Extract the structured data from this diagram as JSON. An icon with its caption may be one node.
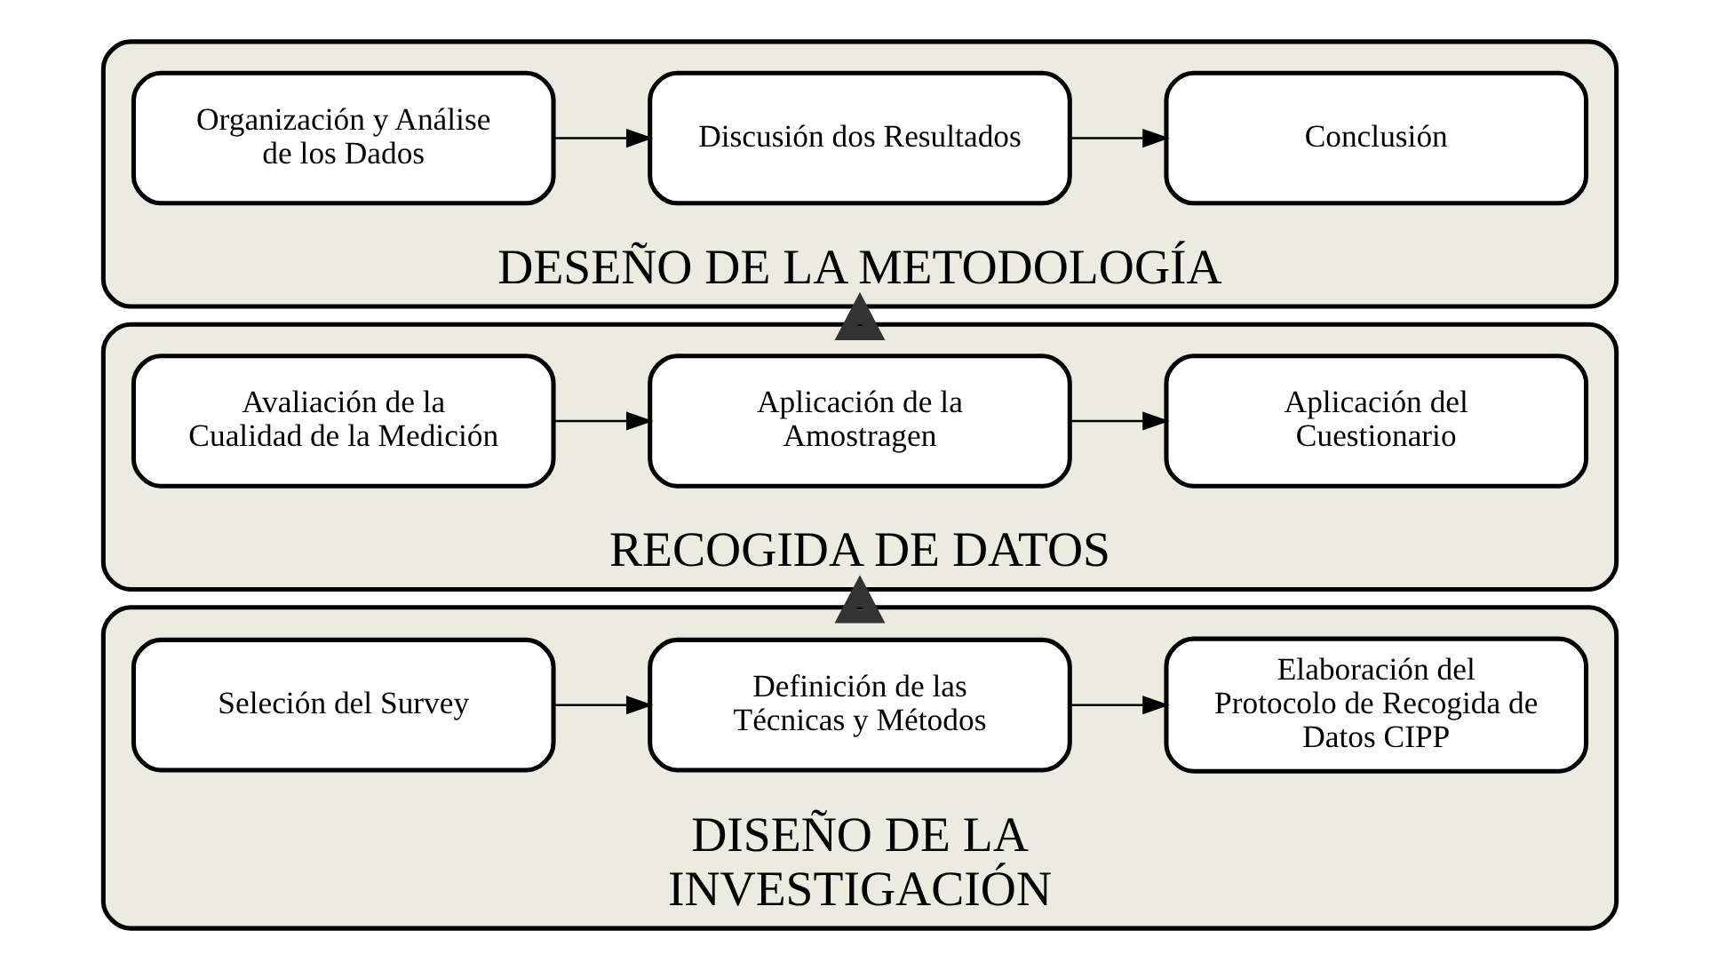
{
  "diagram": {
    "nodes": [
      {
        "text": [
          "DESEÑO DE LA METODOLOGÍA"
        ]
      },
      {
        "text": [
          "Organización y Análise de los Dados"
        ],
        "in": 0
      },
      {
        "text": [
          "Discusión dos Resultados"
        ],
        "in": 0
      },
      {
        "text": [
          "Conclusión"
        ],
        "in": 0
      },
      {
        "text": [
          "RECOGIDA DE DATOS"
        ]
      },
      {
        "text": [
          "Avaliación de la Cualidad de la Medición"
        ],
        "in": 4
      },
      {
        "text": [
          "Aplicación de la Amostragen"
        ],
        "in": 4
      },
      {
        "text": [
          "Aplicación del Cuestionario"
        ],
        "in": 4
      },
      {
        "text": [
          "DISEÑO DE LA INVESTIGACIÓN"
        ]
      },
      {
        "text": [
          "Seleción del Survey"
        ],
        "in": 8
      },
      {
        "text": [
          "Definición de las Técnicas y Métodos"
        ],
        "in": 8
      },
      {
        "text": [
          "Elaboración del Protocolo de Recogida de Datos CIPP"
        ],
        "in": 8
      }
    ],
    "edges": [
      {
        "from": 1,
        "to": 2,
        "arrow": "to"
      },
      {
        "from": 2,
        "to": 3,
        "arrow": "to"
      },
      {
        "from": 5,
        "to": 6,
        "arrow": "to"
      },
      {
        "from": 6,
        "to": 7,
        "arrow": "to"
      },
      {
        "from": 9,
        "to": 10,
        "arrow": "to"
      },
      {
        "from": 10,
        "to": 11,
        "arrow": "to"
      },
      {
        "from": 8,
        "to": 4,
        "arrow": "to",
        "style": "thick"
      },
      {
        "from": 4,
        "to": 0,
        "arrow": "to",
        "style": "thick"
      }
    ]
  }
}
